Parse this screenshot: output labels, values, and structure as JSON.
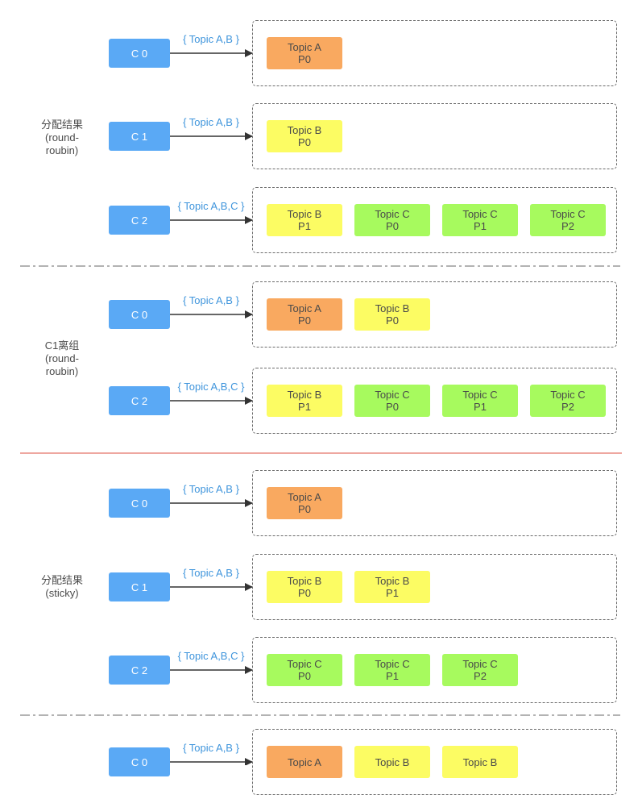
{
  "colors": {
    "consumer": "#5aa9f5",
    "topic_a": "#f9a960",
    "topic_b": "#fcfc63",
    "topic_c": "#a7fa5e",
    "subscription_text": "#3f95dc",
    "section_divider_solid": "#e98a80"
  },
  "sections": [
    {
      "label_lines": [
        "分配结果",
        "(round-",
        "roubin)"
      ],
      "rows": [
        {
          "consumer": "C 0",
          "subscription": "{ Topic A,B }",
          "partitions": [
            {
              "topic": "Topic A",
              "part": "P0",
              "color": "a"
            }
          ]
        },
        {
          "consumer": "C 1",
          "subscription": "{ Topic A,B }",
          "partitions": [
            {
              "topic": "Topic B",
              "part": "P0",
              "color": "b"
            }
          ]
        },
        {
          "consumer": "C 2",
          "subscription": "{ Topic A,B,C }",
          "partitions": [
            {
              "topic": "Topic B",
              "part": "P1",
              "color": "b"
            },
            {
              "topic": "Topic C",
              "part": "P0",
              "color": "c"
            },
            {
              "topic": "Topic C",
              "part": "P1",
              "color": "c"
            },
            {
              "topic": "Topic C",
              "part": "P2",
              "color": "c"
            }
          ]
        }
      ]
    },
    {
      "label_lines": [
        "C1离组",
        "(round-",
        "roubin)"
      ],
      "rows": [
        {
          "consumer": "C 0",
          "subscription": "{ Topic A,B }",
          "partitions": [
            {
              "topic": "Topic A",
              "part": "P0",
              "color": "a"
            },
            {
              "topic": "Topic B",
              "part": "P0",
              "color": "b"
            }
          ]
        },
        {
          "consumer": "C 2",
          "subscription": "{ Topic A,B,C }",
          "partitions": [
            {
              "topic": "Topic B",
              "part": "P1",
              "color": "b"
            },
            {
              "topic": "Topic C",
              "part": "P0",
              "color": "c"
            },
            {
              "topic": "Topic C",
              "part": "P1",
              "color": "c"
            },
            {
              "topic": "Topic C",
              "part": "P2",
              "color": "c"
            }
          ]
        }
      ]
    },
    {
      "label_lines": [
        "分配结果",
        "(sticky)"
      ],
      "rows": [
        {
          "consumer": "C 0",
          "subscription": "{ Topic A,B }",
          "partitions": [
            {
              "topic": "Topic A",
              "part": "P0",
              "color": "a"
            }
          ]
        },
        {
          "consumer": "C 1",
          "subscription": "{ Topic A,B }",
          "partitions": [
            {
              "topic": "Topic B",
              "part": "P0",
              "color": "b"
            },
            {
              "topic": "Topic B",
              "part": "P1",
              "color": "b"
            }
          ]
        },
        {
          "consumer": "C 2",
          "subscription": "{ Topic A,B,C }",
          "partitions": [
            {
              "topic": "Topic C",
              "part": "P0",
              "color": "c"
            },
            {
              "topic": "Topic C",
              "part": "P1",
              "color": "c"
            },
            {
              "topic": "Topic C",
              "part": "P2",
              "color": "c"
            }
          ]
        }
      ]
    },
    {
      "label_lines": [],
      "rows": [
        {
          "consumer": "C 0",
          "subscription": "{ Topic A,B }",
          "partitions": [
            {
              "topic": "Topic A",
              "part": "",
              "color": "a"
            },
            {
              "topic": "Topic B",
              "part": "",
              "color": "b"
            },
            {
              "topic": "Topic B",
              "part": "",
              "color": "b"
            }
          ]
        }
      ]
    }
  ]
}
